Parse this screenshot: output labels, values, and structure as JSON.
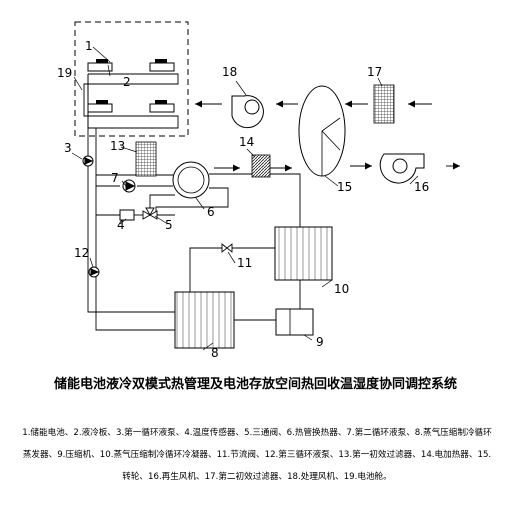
{
  "diagram": {
    "labels": {
      "n1": "1",
      "n2": "2",
      "n3": "3",
      "n4": "4",
      "n5": "5",
      "n6": "6",
      "n7": "7",
      "n8": "8",
      "n9": "9",
      "n10": "10",
      "n11": "11",
      "n12": "12",
      "n13": "13",
      "n14": "14",
      "n15": "15",
      "n16": "16",
      "n17": "17",
      "n18": "18",
      "n19": "19"
    }
  },
  "caption": {
    "title": "储能电池液冷双模式热管理及电池存放空间热回收温湿度协同调控系统",
    "legend": "1.储能电池、2.液冷板、3.第一循环液泵、4.温度传感器、5.三通阀、6.热管换热器、7.第二循环液泵、8.蒸气压缩制冷循环蒸发器、9.压缩机、10.蒸气压缩制冷循环冷凝器、11.节流阀、12.第三循环液泵、13.第一初效过滤器、14.电加热器、15.转轮、16.再生风机、17.第二初效过滤器、18.处理风机、19.电池舱。"
  }
}
